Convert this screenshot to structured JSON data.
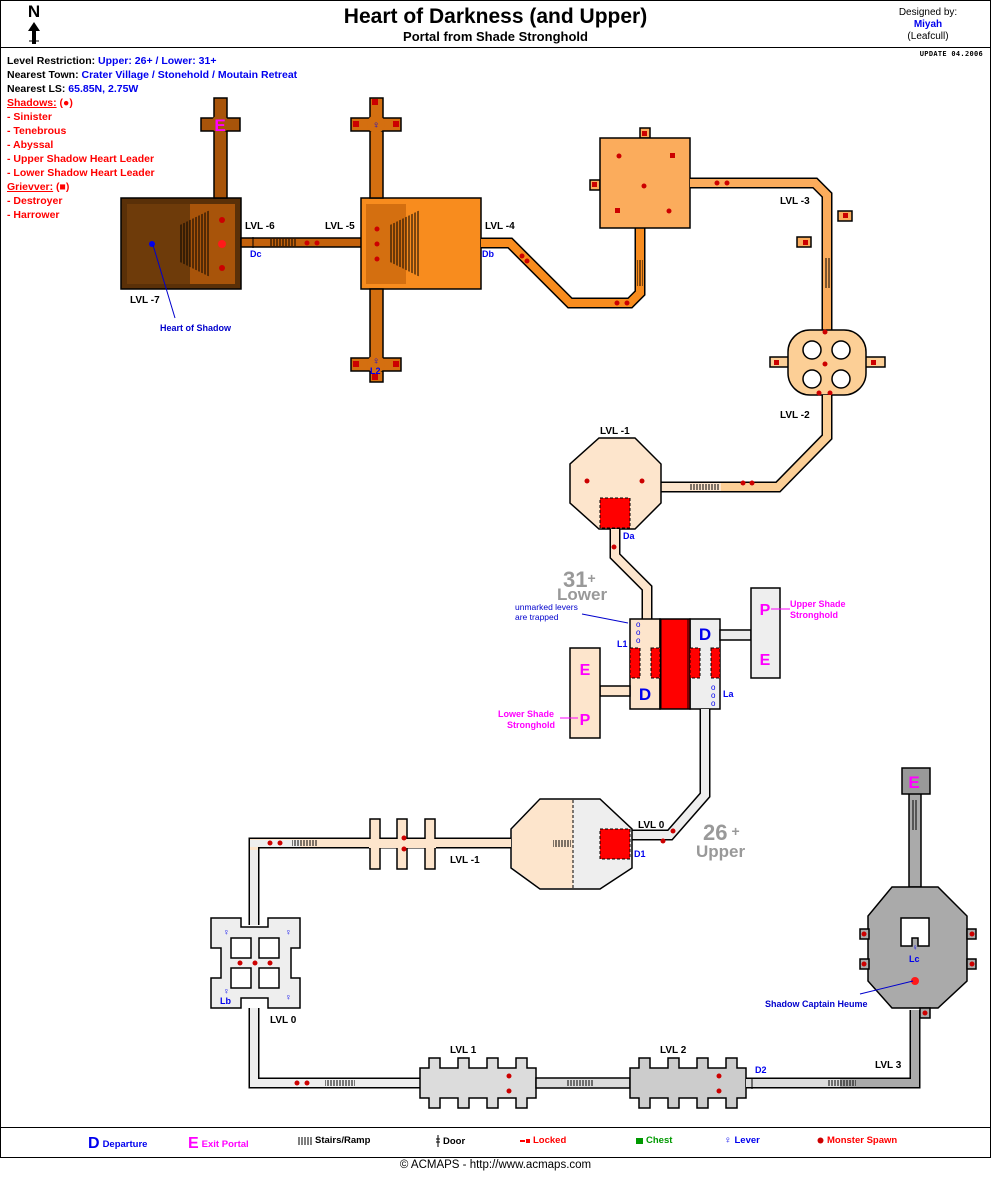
{
  "header": {
    "north_label": "N",
    "title": "Heart of Darkness (and Upper)",
    "subtitle": "Portal from Shade Stronghold",
    "designed_by_label": "Designed by:",
    "designer_name": "Miyah",
    "designer_alias": "(Leafcull)",
    "update": "UPDATE 04.2006"
  },
  "info": {
    "level_restriction_label": "Level Restriction:",
    "level_restriction_value": "Upper: 26+ / Lower: 31+",
    "nearest_town_label": "Nearest Town:",
    "nearest_town_value": "Crater Village / Stonehold / Moutain Retreat",
    "nearest_ls_label": "Nearest LS:",
    "nearest_ls_value": "65.85N, 2.75W",
    "shadows_label": "Shadows:",
    "shadows_symbol": "(●)",
    "shadows": [
      "- Sinister",
      "- Tenebrous",
      "- Abyssal",
      "- Upper Shadow Heart Leader",
      "- Lower Shadow Heart Leader"
    ],
    "grievver_label": "Grievver:",
    "grievver_symbol": "(■)",
    "grievver": [
      "- Destroyer",
      "- Harrower"
    ]
  },
  "map": {
    "colors": {
      "lvl7": "#6e3b0a",
      "lvl6": "#a8540a",
      "lvl5": "#d46f10",
      "lvl4": "#f88c1e",
      "lvl3": "#fbac5c",
      "lvl2": "#fccf96",
      "lvl1": "#fde5cc",
      "lvl0": "#eeeeee",
      "lvlp1": "#dcdcdc",
      "lvlp2": "#cccccc",
      "lvlp3": "#aaaaaa",
      "spawn": "#cc0000",
      "locked": "#ff0000",
      "exit": "#ff00ff",
      "departure": "#0000ee",
      "note": "#0000cc",
      "level_range": "#999999"
    },
    "labels": {
      "lvl_m7": "LVL -7",
      "lvl_m6": "LVL -6",
      "lvl_m5": "LVL -5",
      "lvl_m4": "LVL -4",
      "lvl_m3": "LVL -3",
      "lvl_m2": "LVL -2",
      "lvl_m1_top": "LVL -1",
      "lvl_m1_bottom": "LVL -1",
      "lvl_0_center": "LVL 0",
      "lvl_0_left": "LVL 0",
      "lvl_1": "LVL 1",
      "lvl_2": "LVL 2",
      "lvl_3": "LVL 3"
    },
    "doors": {
      "da": "Da",
      "db": "Db",
      "dc": "Dc",
      "d1": "D1",
      "d2": "D2"
    },
    "levers": {
      "l1": "L1",
      "l2": "L2",
      "la": "La",
      "lb": "Lb",
      "lc": "Lc"
    },
    "markers": {
      "departure": "D",
      "exit": "E",
      "portal": "P"
    },
    "ranges": {
      "lower_level": "31",
      "lower_plus": "+",
      "lower_name": "Lower",
      "upper_level": "26",
      "upper_plus": "+",
      "upper_name": "Upper"
    },
    "annotations": {
      "heart_of_shadow": "Heart of Shadow",
      "unmarked_levers_1": "unmarked levers",
      "unmarked_levers_2": "are trapped",
      "upper_shade_1": "Upper Shade",
      "upper_shade_2": "Stronghold",
      "lower_shade_1": "Lower Shade",
      "lower_shade_2": "Stronghold",
      "shadow_captain": "Shadow Captain Heume"
    }
  },
  "legend": {
    "departure_symbol": "D",
    "departure": "Departure",
    "exit_symbol": "E",
    "exit": "Exit Portal",
    "stairs": "Stairs/Ramp",
    "door": "Door",
    "locked": "Locked",
    "chest": "Chest",
    "lever": "Lever",
    "monster_spawn": "Monster Spawn"
  },
  "footer": {
    "copyright": "© ACMAPS - http://www.acmaps.com"
  }
}
